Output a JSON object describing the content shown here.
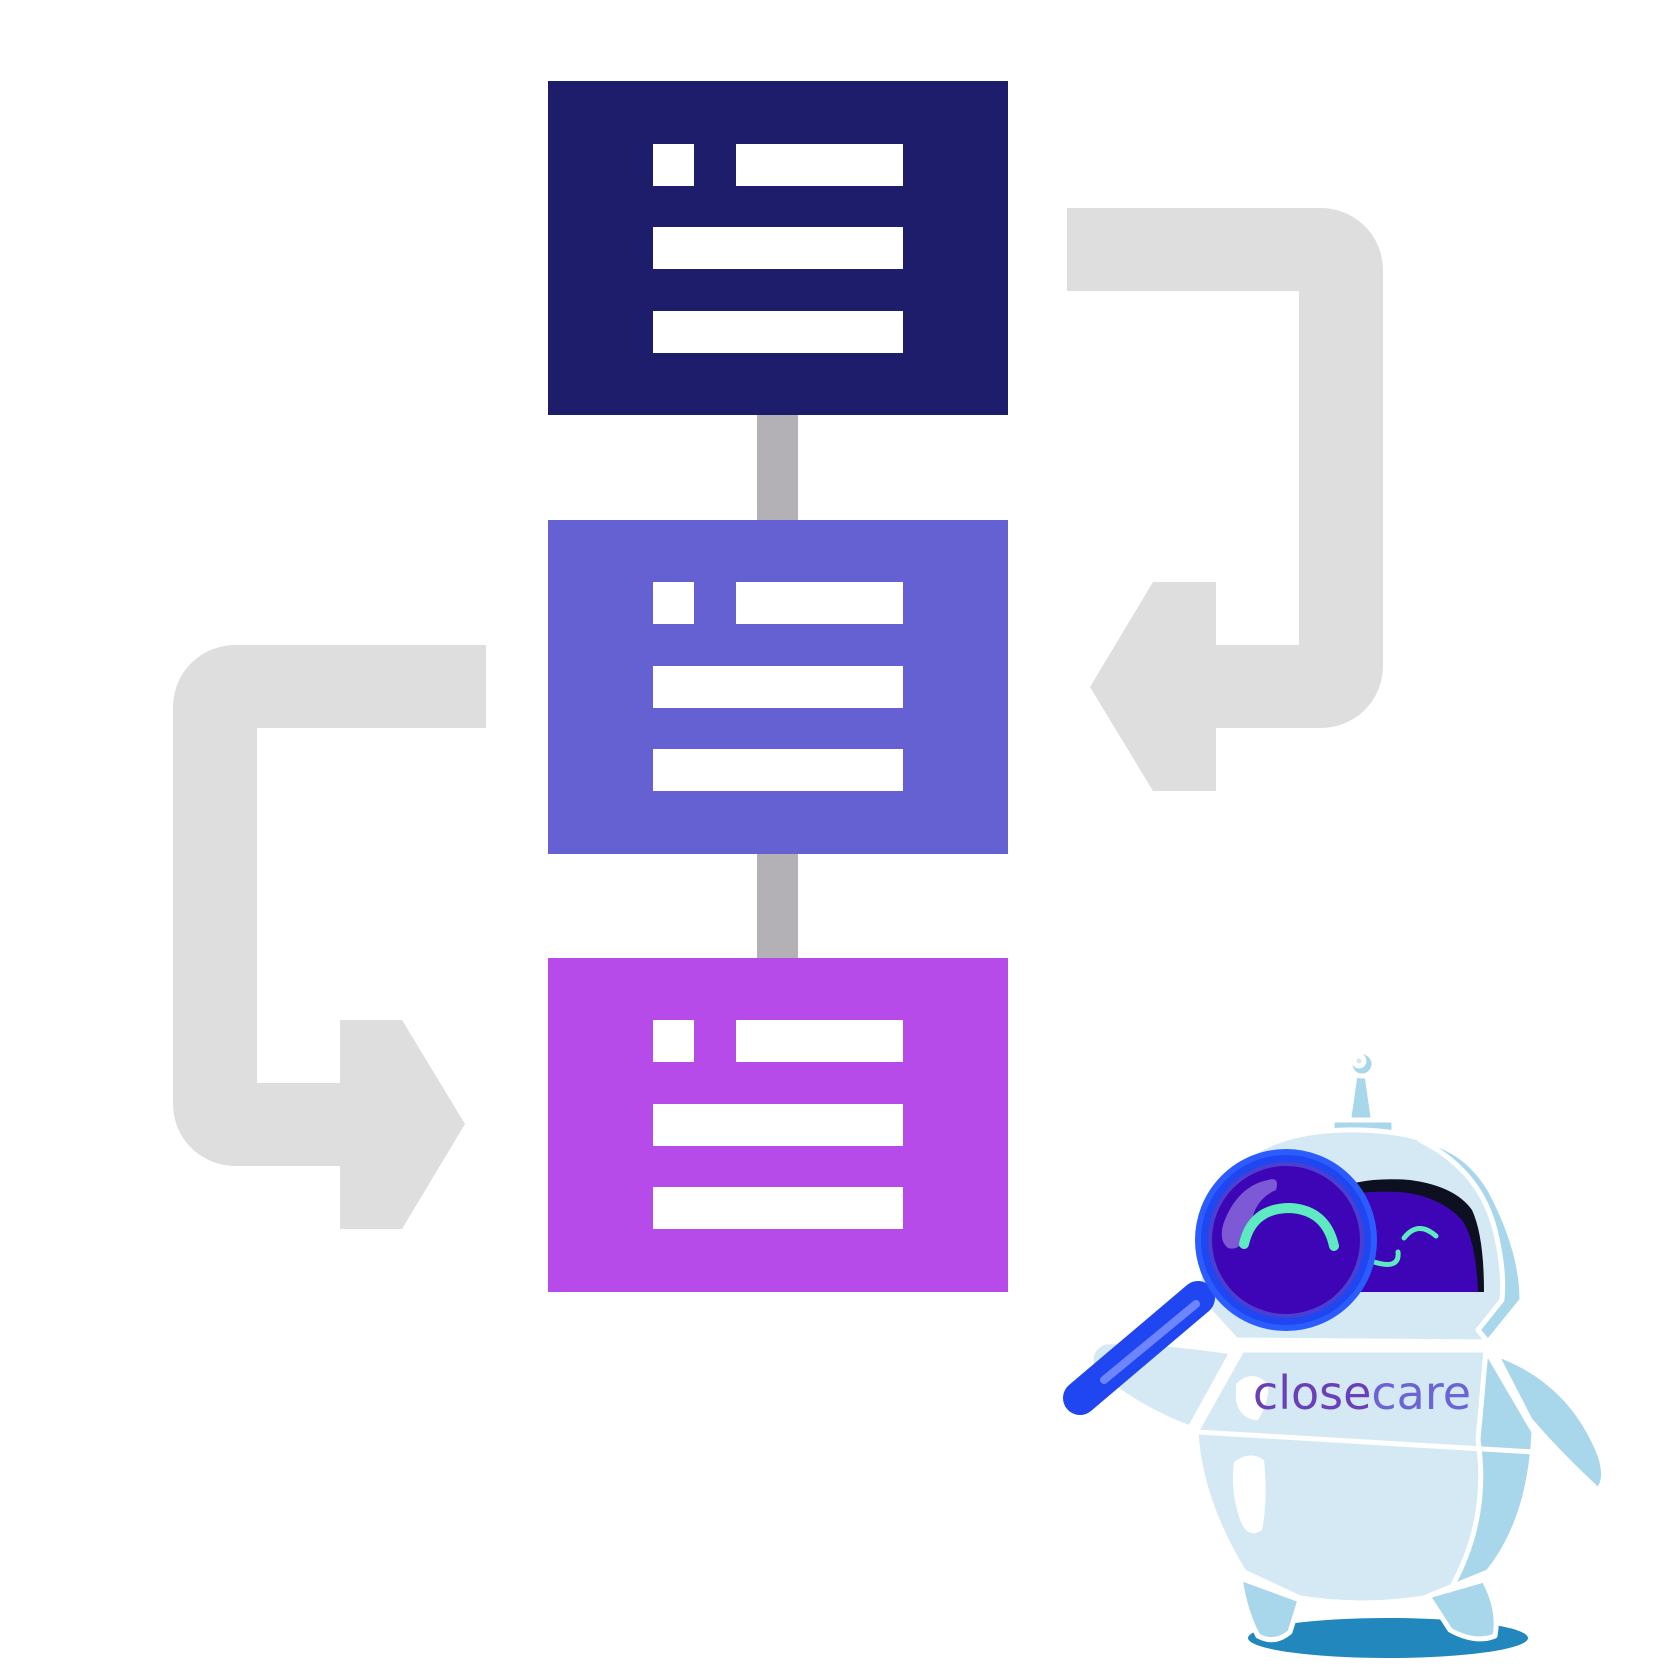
{
  "colors": {
    "background": "#ffffff",
    "block_top": "#1d1d6b",
    "block_middle": "#6661d2",
    "block_bottom": "#b74be9",
    "block_lines": "#ffffff",
    "connector": "#b3b1b5",
    "return_arrow": "#dedede",
    "robot_body": "#d4e9f3",
    "robot_shade": "#a8d6ea",
    "robot_visor": "#3d05b6",
    "robot_eyes": "#5eeac0",
    "robot_shadow": "#2287bc",
    "magnifier_ring": "#1f46f0",
    "logo_close": "#6a3fb8",
    "logo_care": "#6b63d6"
  },
  "diagram": {
    "blocks": [
      {
        "id": "top",
        "icon": "document-list-icon"
      },
      {
        "id": "middle",
        "icon": "document-list-icon"
      },
      {
        "id": "bottom",
        "icon": "document-list-icon"
      }
    ],
    "arrows": [
      {
        "id": "right-return",
        "from": "top",
        "to": "middle",
        "icon": "return-arrow-icon"
      },
      {
        "id": "left-return",
        "from": "middle",
        "to": "bottom",
        "icon": "return-arrow-icon"
      }
    ]
  },
  "mascot": {
    "icon": "robot-mascot-icon",
    "holding": "magnifying-glass-icon",
    "logo": {
      "part1": "close",
      "part2": "care"
    }
  }
}
